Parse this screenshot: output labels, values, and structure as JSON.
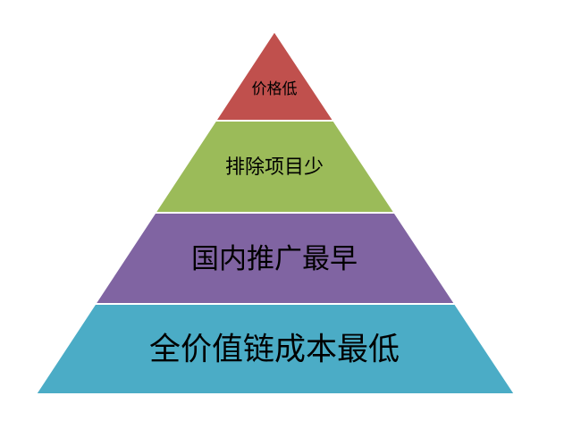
{
  "diagram": {
    "type": "pyramid",
    "tiers": [
      {
        "label": "价格低",
        "color": "#c0504d"
      },
      {
        "label": "排除项目少",
        "color": "#9bbb59"
      },
      {
        "label": "国内推广最早",
        "color": "#8064a2"
      },
      {
        "label": "全价值链成本最低",
        "color": "#4bacc6"
      }
    ],
    "separator_color": "#ffffff"
  }
}
